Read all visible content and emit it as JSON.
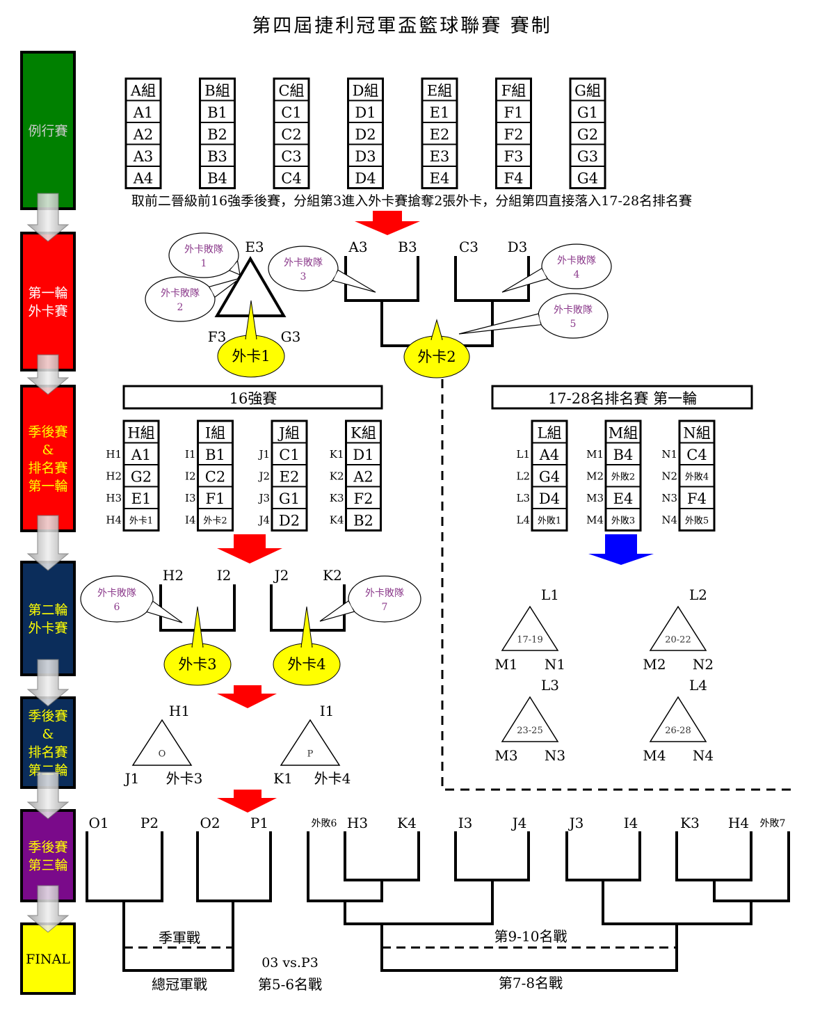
{
  "title": "第四屆捷利冠軍盃籃球聯賽  賽制",
  "stages": [
    {
      "label": "例行賽",
      "color": "#008000",
      "text_color": "#cccccc"
    },
    {
      "label": "第一輪\n外卡賽",
      "color": "#ff0000",
      "text_color": "#ffffff"
    },
    {
      "label": "季後賽\n&\n排名賽\n第一輪",
      "color": "#ff0000",
      "text_color": "#ffff00"
    },
    {
      "label": "第二輪\n外卡賽",
      "color": "#0b2d5b",
      "text_color": "#ffff00"
    },
    {
      "label": "季後賽\n&\n排名賽\n第二輪",
      "color": "#0b2d5b",
      "text_color": "#ffff00"
    },
    {
      "label": "季後賽\n第三輪",
      "color": "#7a0a8a",
      "text_color": "#ffff00"
    },
    {
      "label": "FINAL",
      "color": "#ffff00",
      "text_color": "#000000"
    }
  ],
  "groups": [
    {
      "name": "A組",
      "teams": [
        "A1",
        "A2",
        "A3",
        "A4"
      ]
    },
    {
      "name": "B組",
      "teams": [
        "B1",
        "B2",
        "B3",
        "B4"
      ]
    },
    {
      "name": "C組",
      "teams": [
        "C1",
        "C2",
        "C3",
        "C4"
      ]
    },
    {
      "name": "D組",
      "teams": [
        "D1",
        "D2",
        "D3",
        "D4"
      ]
    },
    {
      "name": "E組",
      "teams": [
        "E1",
        "E2",
        "E3",
        "E4"
      ]
    },
    {
      "name": "F組",
      "teams": [
        "F1",
        "F2",
        "F3",
        "F4"
      ]
    },
    {
      "name": "G組",
      "teams": [
        "G1",
        "G2",
        "G3",
        "G4"
      ]
    }
  ],
  "rule_text": "取前二晉級前16強季後賽，分組第3進入外卡賽搶奪2張外卡，分組第四直接落入17-28名排名賽",
  "wildcard1": {
    "tri_top": "E3",
    "tri_left": "F3",
    "tri_right": "G3",
    "wc1": "外卡1",
    "wc2": "外卡2",
    "bracket": [
      "A3",
      "B3",
      "C3",
      "D3"
    ],
    "bubbles": [
      {
        "line1": "外卡敗隊",
        "line2": "1"
      },
      {
        "line1": "外卡敗隊",
        "line2": "2"
      },
      {
        "line1": "外卡敗隊",
        "line2": "3"
      },
      {
        "line1": "外卡敗隊",
        "line2": "4"
      },
      {
        "line1": "外卡敗隊",
        "line2": "5"
      }
    ]
  },
  "top16": {
    "title": "16強賽",
    "groups": [
      {
        "name": "H組",
        "labels": [
          "H1",
          "H2",
          "H3",
          "H4"
        ],
        "teams": [
          "A1",
          "G2",
          "E1",
          "外卡1"
        ]
      },
      {
        "name": "I組",
        "labels": [
          "I1",
          "I2",
          "I3",
          "I4"
        ],
        "teams": [
          "B1",
          "C2",
          "F1",
          "外卡2"
        ]
      },
      {
        "name": "J組",
        "labels": [
          "J1",
          "J2",
          "J3",
          "J4"
        ],
        "teams": [
          "C1",
          "E2",
          "G1",
          "D2"
        ]
      },
      {
        "name": "K組",
        "labels": [
          "K1",
          "K2",
          "K3",
          "K4"
        ],
        "teams": [
          "D1",
          "A2",
          "F2",
          "B2"
        ]
      }
    ]
  },
  "rank17": {
    "title": "17-28名排名賽 第一輪",
    "groups": [
      {
        "name": "L組",
        "labels": [
          "L1",
          "L2",
          "L3",
          "L4"
        ],
        "teams": [
          "A4",
          "G4",
          "D4",
          "外敗1"
        ]
      },
      {
        "name": "M組",
        "labels": [
          "M1",
          "M2",
          "M3",
          "M4"
        ],
        "teams": [
          "B4",
          "外敗2",
          "E4",
          "外敗3"
        ]
      },
      {
        "name": "N組",
        "labels": [
          "N1",
          "N2",
          "N3",
          "N4"
        ],
        "teams": [
          "C4",
          "外敗4",
          "F4",
          "外敗5"
        ]
      }
    ],
    "triangles": [
      {
        "top": "L1",
        "left": "M1",
        "right": "N1",
        "inner": "17-19"
      },
      {
        "top": "L2",
        "left": "M2",
        "right": "N2",
        "inner": "20-22"
      },
      {
        "top": "L3",
        "left": "M3",
        "right": "N3",
        "inner": "23-25"
      },
      {
        "top": "L4",
        "left": "M4",
        "right": "N4",
        "inner": "26-28"
      }
    ]
  },
  "wildcard2": {
    "bracket": [
      "H2",
      "I2",
      "J2",
      "K2"
    ],
    "wc3": "外卡3",
    "wc4": "外卡4",
    "bubbles": [
      {
        "line1": "外卡敗隊",
        "line2": "6"
      },
      {
        "line1": "外卡敗隊",
        "line2": "7"
      }
    ]
  },
  "round2": [
    {
      "top": "H1",
      "left": "J1",
      "right": "外卡3",
      "inner": "O"
    },
    {
      "top": "I1",
      "left": "K1",
      "right": "外卡4",
      "inner": "P"
    }
  ],
  "round3": {
    "final_labels": [
      "O1",
      "P2",
      "O2",
      "P1"
    ],
    "right_labels": [
      "外敗6",
      "H3",
      "K4",
      "I3",
      "J4",
      "J3",
      "I4",
      "K3",
      "H4",
      "外敗7"
    ],
    "third_place": "季軍戰",
    "final": "總冠軍戰",
    "o3p3": "03 vs.P3",
    "p56": "第5-6名戰",
    "p910": "第9-10名戰",
    "p78": "第7-8名戰"
  },
  "colors": {
    "arrow_red": "#ff0000",
    "arrow_blue": "#0000ff",
    "wildcard_yellow": "#ffff00"
  }
}
